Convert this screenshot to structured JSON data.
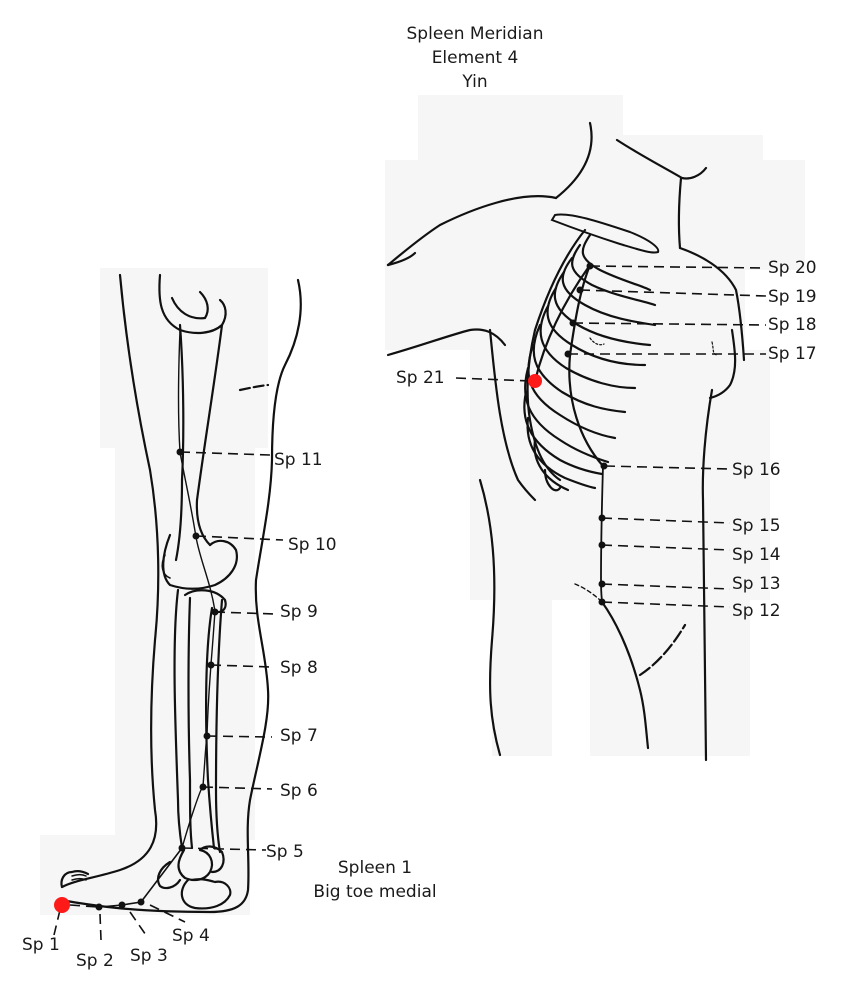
{
  "title": {
    "line1": "Spleen Meridian",
    "line2": "Element 4",
    "line3": "Yin"
  },
  "caption": {
    "line1": "Spleen 1",
    "line2": "Big toe medial"
  },
  "colors": {
    "ink": "#111111",
    "highlight_point": "#ff1a1a",
    "paper_tint": "#f6f6f6"
  },
  "torso_points": [
    {
      "id": "Sp 20",
      "label": "Sp 20"
    },
    {
      "id": "Sp 19",
      "label": "Sp 19"
    },
    {
      "id": "Sp 18",
      "label": "Sp 18"
    },
    {
      "id": "Sp 17",
      "label": "Sp 17"
    },
    {
      "id": "Sp 21",
      "label": "Sp 21"
    },
    {
      "id": "Sp 16",
      "label": "Sp 16"
    },
    {
      "id": "Sp 15",
      "label": "Sp 15"
    },
    {
      "id": "Sp 14",
      "label": "Sp 14"
    },
    {
      "id": "Sp 13",
      "label": "Sp 13"
    },
    {
      "id": "Sp 12",
      "label": "Sp 12"
    }
  ],
  "leg_points": [
    {
      "id": "Sp 11",
      "label": "Sp 11"
    },
    {
      "id": "Sp 10",
      "label": "Sp 10"
    },
    {
      "id": "Sp 9",
      "label": "Sp 9"
    },
    {
      "id": "Sp 8",
      "label": "Sp 8"
    },
    {
      "id": "Sp 7",
      "label": "Sp 7"
    },
    {
      "id": "Sp 6",
      "label": "Sp 6"
    },
    {
      "id": "Sp 5",
      "label": "Sp 5"
    },
    {
      "id": "Sp 4",
      "label": "Sp 4"
    },
    {
      "id": "Sp 3",
      "label": "Sp 3"
    },
    {
      "id": "Sp 2",
      "label": "Sp 2"
    },
    {
      "id": "Sp 1",
      "label": "Sp 1"
    }
  ]
}
